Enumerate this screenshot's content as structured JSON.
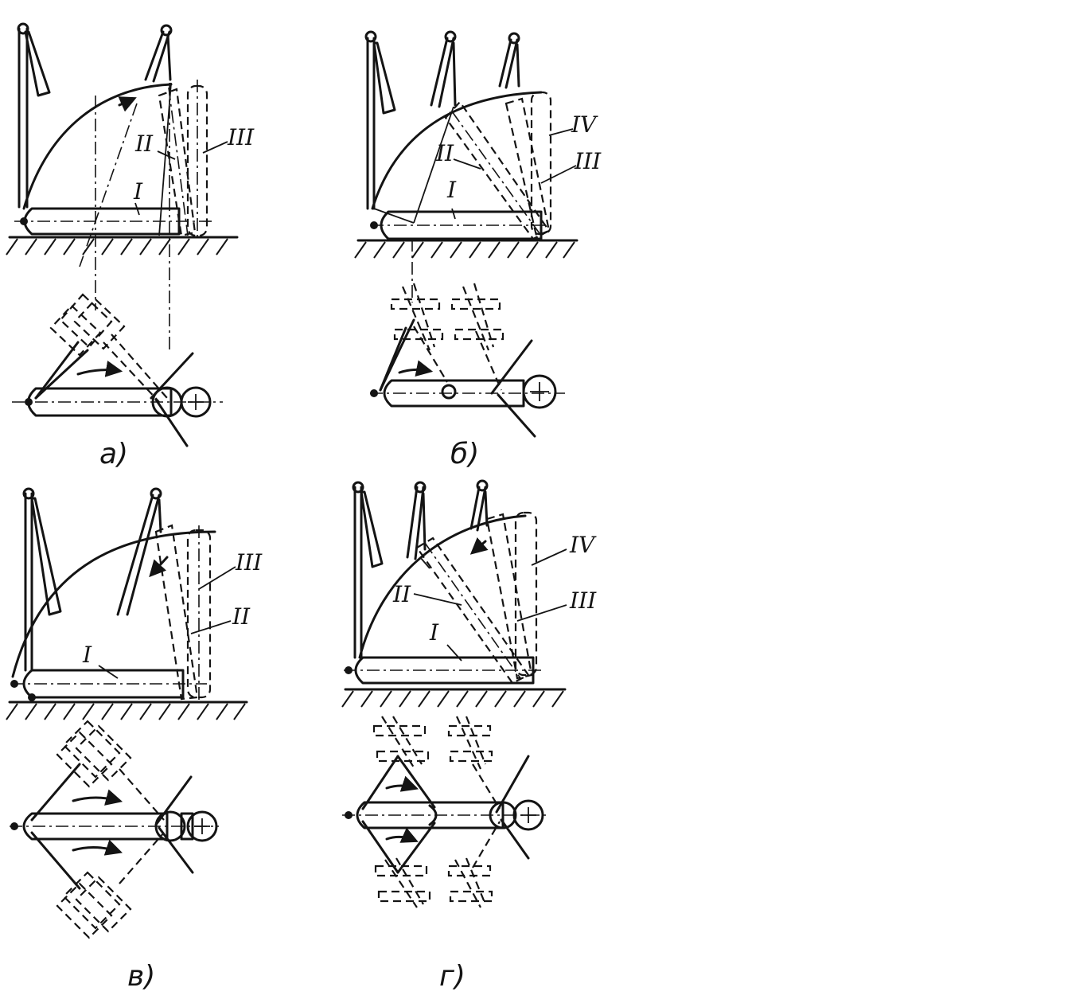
{
  "panels": [
    {
      "id": "a",
      "caption": "а)",
      "labels": [
        "I",
        "II",
        "III"
      ]
    },
    {
      "id": "b",
      "caption": "б)",
      "labels": [
        "I",
        "II",
        "III",
        "IV"
      ]
    },
    {
      "id": "v",
      "caption": "в)",
      "labels": [
        "I",
        "II",
        "III"
      ]
    },
    {
      "id": "g",
      "caption": "г)",
      "labels": [
        "I",
        "II",
        "III",
        "IV"
      ]
    }
  ]
}
